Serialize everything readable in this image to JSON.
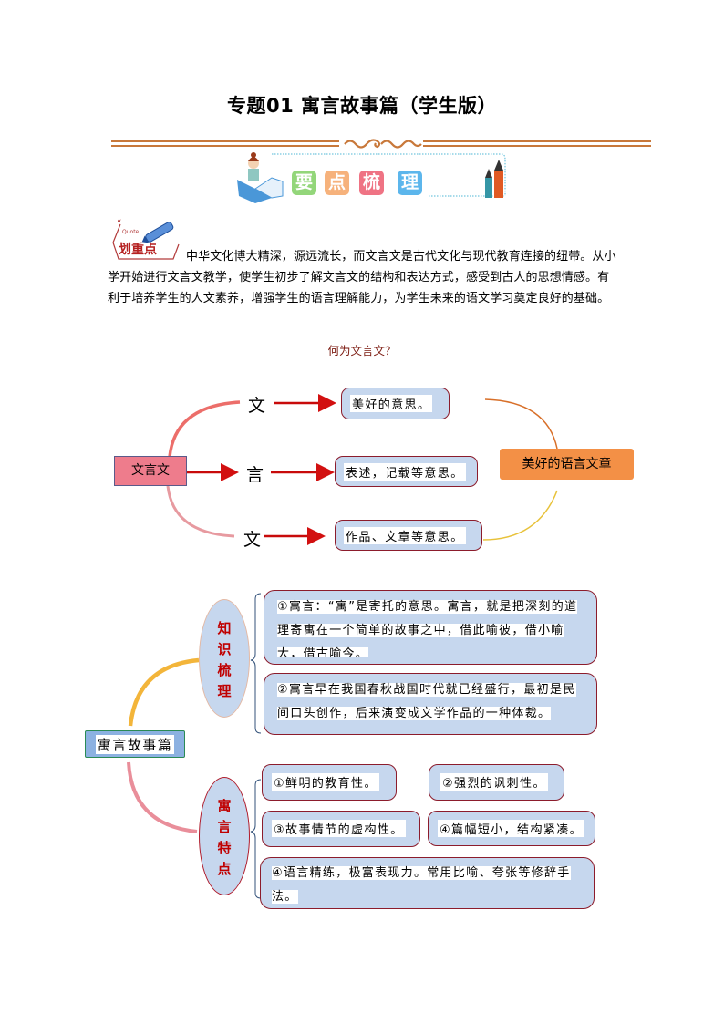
{
  "title": "专题01  寓言故事篇（学生版）",
  "banner": {
    "tiles": [
      {
        "char": "要",
        "color": "#93d67a"
      },
      {
        "char": "点",
        "color": "#f6b27c"
      },
      {
        "char": "梳",
        "color": "#ef7384"
      },
      {
        "char": "理",
        "color": "#5cb6ec"
      }
    ]
  },
  "quote_badge": {
    "small": "Quote",
    "label": "划重点"
  },
  "intro_paragraph": "中华文化博大精深，源远流长，而文言文是古代文化与现代教育连接的纽带。从小学开始进行文言文教学，使学生初步了解文言文的结构和表达方式，感受到古人的思想情感。有利于培养学生的人文素养，增强学生的语言理解能力，为学生未来的语文学习奠定良好的基础。",
  "diagram1": {
    "heading": "何为文言文？",
    "root": "文言文",
    "branches": [
      {
        "char": "文",
        "meaning": "美好的意思。"
      },
      {
        "char": "言",
        "meaning": "表述，记载等意思。"
      },
      {
        "char": "文",
        "meaning": "作品、文章等意思。"
      }
    ],
    "result": "美好的语言文章"
  },
  "diagram2": {
    "root": "寓言故事篇",
    "knowledge": {
      "label": [
        "知",
        "识",
        "梳",
        "理"
      ],
      "items": [
        "①寓言：“寓”是寄托的意思。寓言，就是把深刻的道理寄寓在一个简单的故事之中，借此喻彼，借小喻大，借古喻今。",
        "②寓言早在我国春秋战国时代就已经盛行，最初是民间口头创作，后来演变成文学作品的一种体裁。"
      ]
    },
    "features": {
      "label": [
        "寓",
        "言",
        "特",
        "点"
      ],
      "items": [
        "①鲜明的教育性。",
        "②强烈的讽刺性。",
        "③故事情节的虚构性。",
        "④篇幅短小，结构紧凑。",
        "④语言精练，极富表现力。常用比喻、夸张等修辞手法。"
      ]
    }
  }
}
